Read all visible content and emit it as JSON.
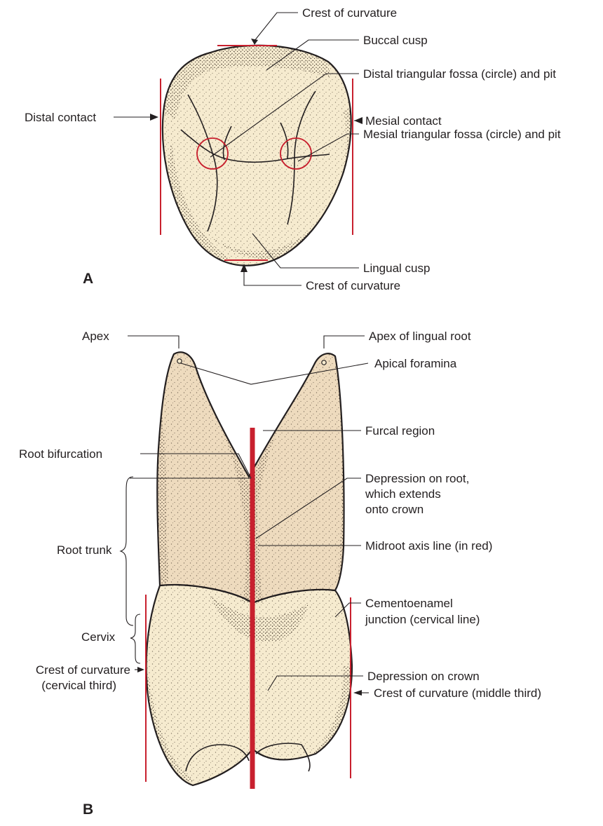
{
  "panels": {
    "a": "A",
    "b": "B"
  },
  "colors": {
    "crown": "#f6ebcf",
    "root": "#eedbbe",
    "outline": "#231f20",
    "axis_red": "#c8202e",
    "stipple": "#3a2e22"
  },
  "labels_a": {
    "crest_top": "Crest of curvature",
    "buccal_cusp": "Buccal cusp",
    "distal_fossa": "Distal triangular fossa (circle) and pit",
    "distal_contact": "Distal contact",
    "mesial_contact": "Mesial contact",
    "mesial_fossa": "Mesial triangular fossa (circle) and pit",
    "lingual_cusp": "Lingual cusp",
    "crest_bottom": "Crest of curvature"
  },
  "labels_b": {
    "apex": "Apex",
    "apex_lingual": "Apex of lingual root",
    "apical_foramina": "Apical foramina",
    "furcal_region": "Furcal region",
    "root_bifurcation": "Root bifurcation",
    "depression_root_1": "Depression on root,",
    "depression_root_2": "which extends",
    "depression_root_3": "onto crown",
    "root_trunk": "Root trunk",
    "midroot_axis": "Midroot axis line (in red)",
    "cervix": "Cervix",
    "cej_1": "Cementoenamel",
    "cej_2": "junction (cervical line)",
    "crest_cervical_1": "Crest of curvature",
    "crest_cervical_2": "(cervical third)",
    "depression_crown": "Depression on crown",
    "crest_middle": "Crest of curvature (middle third)"
  }
}
